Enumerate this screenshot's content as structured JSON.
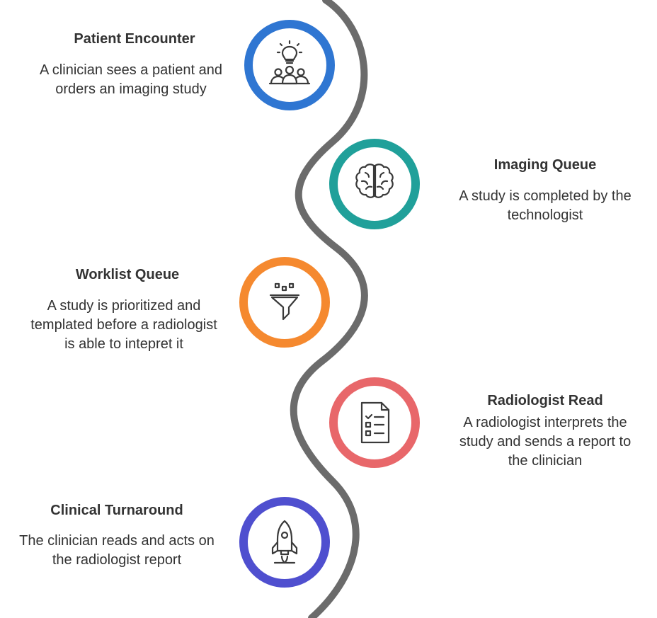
{
  "colors": {
    "line": "#6b6b6b",
    "blue": "#2f76d2",
    "teal": "#20a09a",
    "orange": "#f5892f",
    "red": "#e8676a",
    "indigo": "#4f4fcf",
    "icon": "#3a3a3a"
  },
  "steps": [
    {
      "title": "Patient Encounter",
      "lines": [
        "A clinician sees a patient and",
        "orders an imaging study"
      ],
      "icon": "idea-team-icon"
    },
    {
      "title": "Imaging Queue",
      "lines": [
        "A study is completed by the",
        "technologist"
      ],
      "icon": "brain-icon"
    },
    {
      "title": "Worklist Queue",
      "lines": [
        "A study is prioritized and",
        "templated before a radiologist",
        "is able to intepret it"
      ],
      "icon": "funnel-icon"
    },
    {
      "title": "Radiologist Read",
      "lines": [
        "A radiologist interprets the",
        "study and sends a report to",
        "the clinician"
      ],
      "icon": "checklist-icon"
    },
    {
      "title": "Clinical Turnaround",
      "lines": [
        "The clinician reads and acts on",
        "the radiologist report"
      ],
      "icon": "rocket-icon"
    }
  ]
}
